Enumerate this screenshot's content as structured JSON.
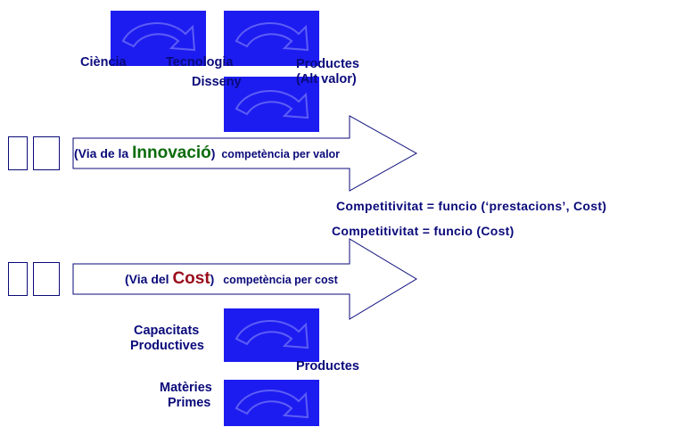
{
  "colors": {
    "block_fill": "#1c1cf0",
    "label_text": "#0a0a7a",
    "innovacio_word": "#0b6b0b",
    "cost_word": "#9a0d1a"
  },
  "top_flow": {
    "ciencia": "Ciència",
    "tecnologia": "Tecnologia",
    "disseny": "Disseny",
    "productes_line1": "Productes",
    "productes_line2": "(Alt valor)"
  },
  "innovation_arrow": {
    "prefix": "(Via de la ",
    "keyword": "Innovació",
    "suffix": ")",
    "tail": "competència per valor"
  },
  "equations": {
    "line1": "Competitivitat =  funcio (‘prestacions’, Cost)",
    "line2": "Competitivitat =   funcio (Cost)"
  },
  "cost_arrow": {
    "prefix": "(Via del ",
    "keyword": "Cost",
    "suffix": ")",
    "tail": "competència per cost"
  },
  "bottom_flow": {
    "capacitats_line1": "Capacitats",
    "capacitats_line2": "Productives",
    "productes": "Productes",
    "materies_line1": "Matèries",
    "materies_line2": "Primes"
  }
}
